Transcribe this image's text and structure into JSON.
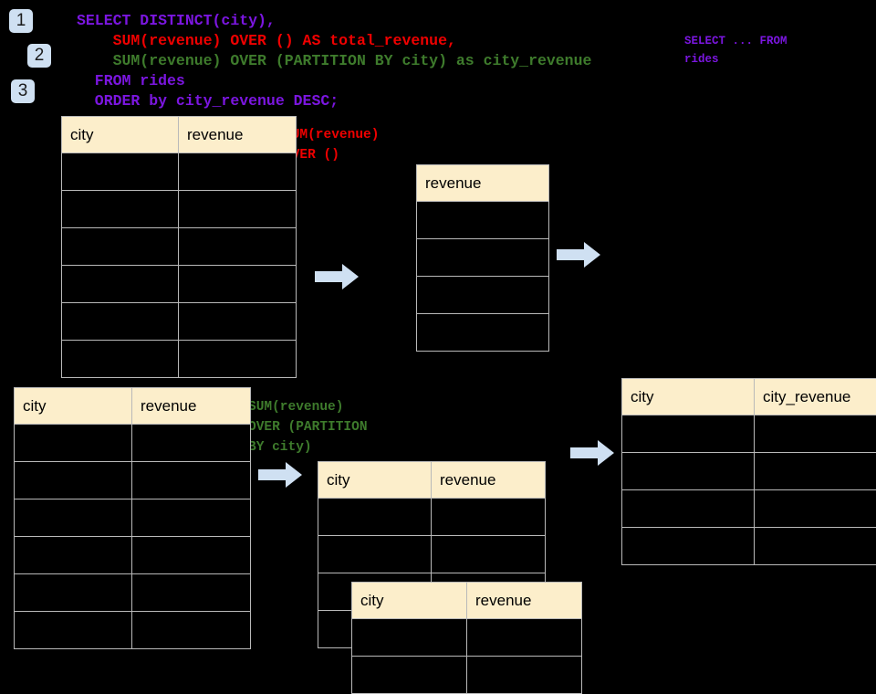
{
  "steps": [
    {
      "label": "1"
    },
    {
      "label": "2"
    },
    {
      "label": "3"
    }
  ],
  "sql": {
    "line1": "SELECT DISTINCT(city),",
    "line2": "    SUM(revenue) OVER () AS total_revenue,",
    "line3": "    SUM(revenue) OVER (PARTITION BY city) as city_revenue",
    "line4": "  FROM rides",
    "line5": "  ORDER by city_revenue DESC;"
  },
  "side_note": {
    "line1": "SELECT ... FROM",
    "line2": "rides"
  },
  "annotations": {
    "total": {
      "line1": "SUM(revenue)",
      "line2": "OVER ()"
    },
    "partition": {
      "line1": "SUM(revenue)",
      "line2": "OVER (PARTITION",
      "line3": "BY city)"
    }
  },
  "tables": {
    "source_top": {
      "headers": [
        "city",
        "revenue"
      ],
      "rows": 6
    },
    "total_revenue": {
      "headers": [
        "revenue"
      ],
      "rows": 4
    },
    "source_bottom": {
      "headers": [
        "city",
        "revenue"
      ],
      "rows": 6
    },
    "partition_back": {
      "headers": [
        "city",
        "revenue"
      ],
      "rows": 4
    },
    "partition_front": {
      "headers": [
        "city",
        "revenue"
      ],
      "rows": 2
    },
    "result": {
      "headers": [
        "city",
        "city_revenue"
      ],
      "rows": 4
    }
  },
  "colors": {
    "background": "#000000",
    "badge": "#cfe0f2",
    "arrow": "#cfe0f2",
    "header": "#fceecb",
    "border": "#b9b9b9",
    "purple": "#7b16e0",
    "red": "#ef0000",
    "green": "#3e7b2c"
  },
  "icons": {
    "arrow": "arrow-right-icon"
  }
}
